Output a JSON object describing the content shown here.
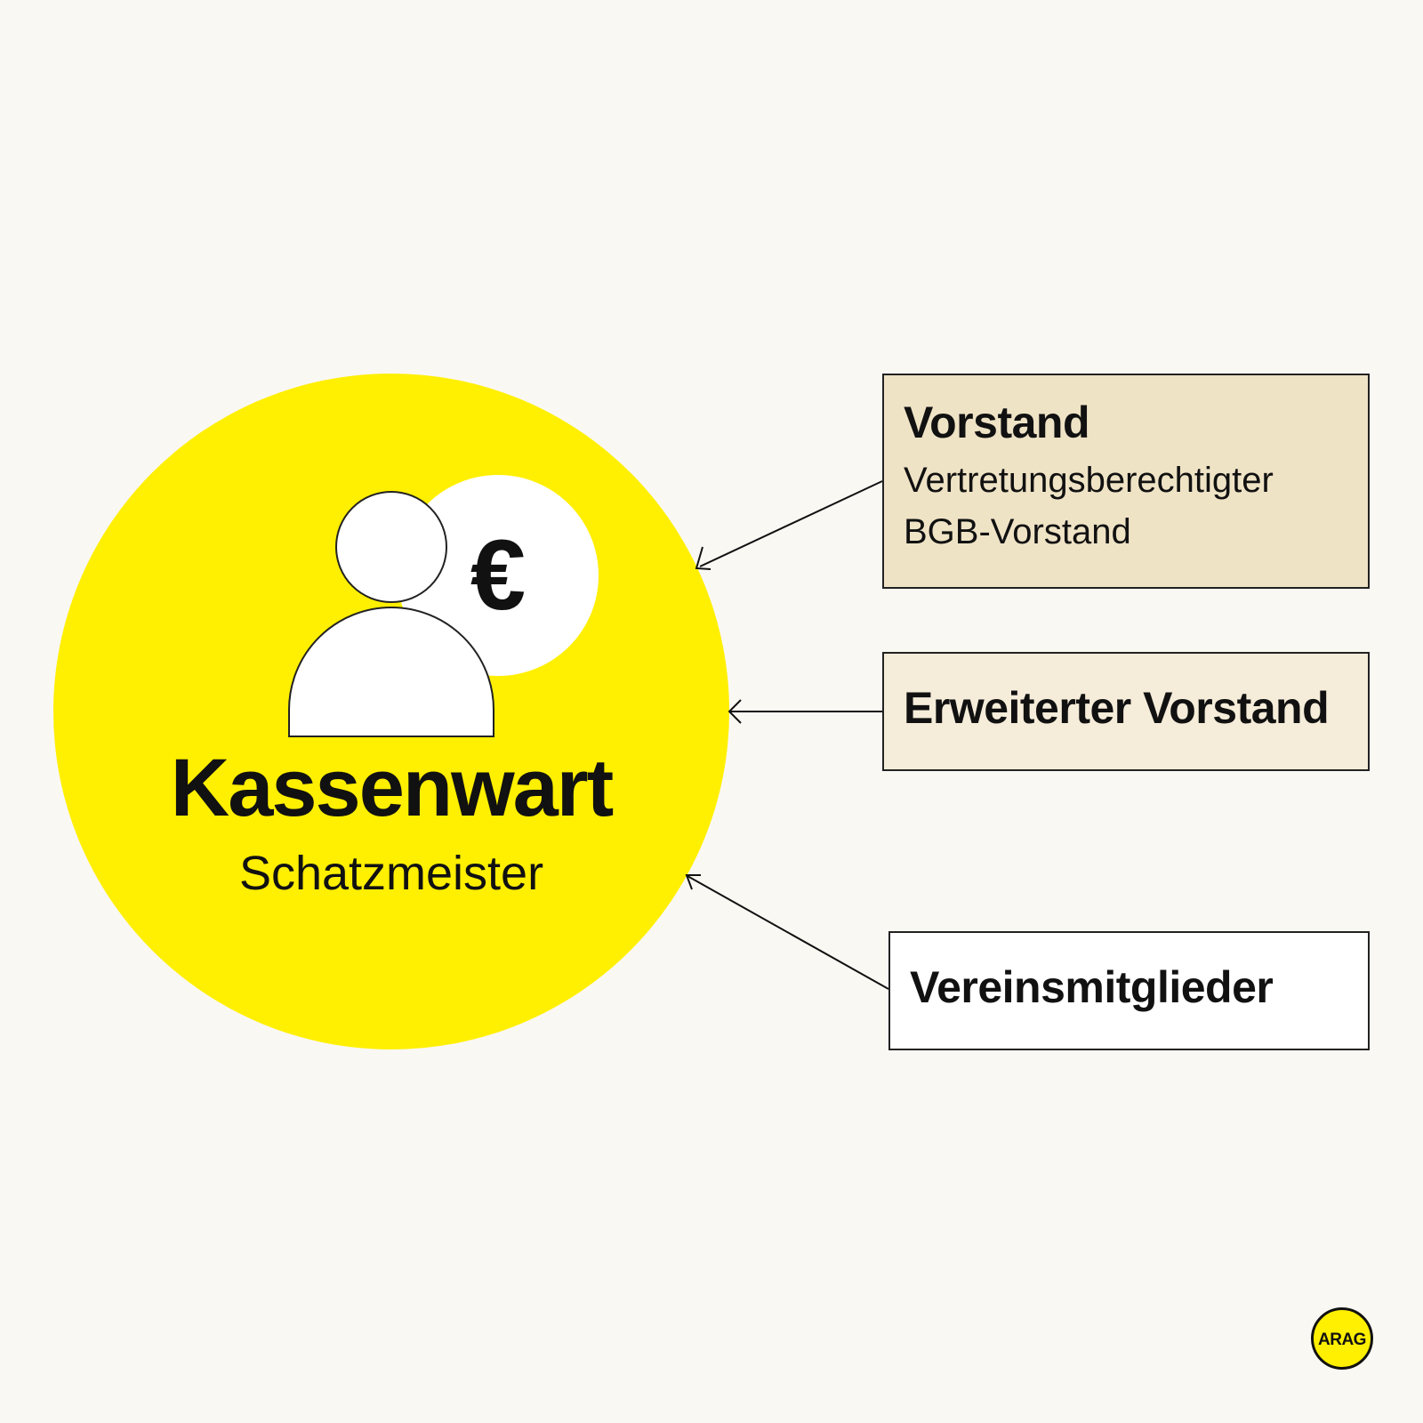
{
  "center": {
    "title": "Kassenwart",
    "subtitle": "Schatzmeister",
    "icon": "person-euro-icon",
    "currency_symbol": "€",
    "color": "#ffef00"
  },
  "boxes": [
    {
      "title": "Vorstand",
      "subtitle_lines": [
        "Vertretungsberechtigter",
        "BGB-Vorstand"
      ],
      "background": "#efe3c6"
    },
    {
      "title": "Erweiterter Vorstand",
      "background": "#f5ecd9"
    },
    {
      "title": "Vereinsmitglieder",
      "background": "#ffffff"
    }
  ],
  "logo": {
    "text": "ARAG",
    "color": "#ffef00"
  },
  "colors": {
    "background": "#faf8f3",
    "accent": "#ffef00",
    "line": "#111111"
  }
}
